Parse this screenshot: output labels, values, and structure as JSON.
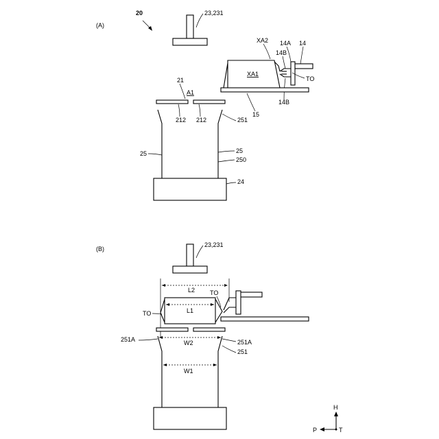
{
  "figure_number": "20",
  "panel_a": {
    "label": "(A)",
    "labels": {
      "head": "23,231",
      "xa2": "XA2",
      "l14a": "14A",
      "l14": "14",
      "l14b_top": "14B",
      "xa1": "XA1",
      "to": "TO",
      "l21": "21",
      "a1": "A1",
      "l15": "15",
      "l14b_bottom": "14B",
      "l212_left": "212",
      "l212_right": "212",
      "l251": "251",
      "l25_left": "25",
      "l25_right": "25",
      "l250": "250",
      "l24": "24"
    }
  },
  "panel_b": {
    "label": "(B)",
    "labels": {
      "head": "23,231",
      "l2": "L2",
      "to_right": "TO",
      "to_left": "TO",
      "l1": "L1",
      "l251a_left": "251A",
      "w2": "W2",
      "l251a_right": "251A",
      "l251": "251",
      "w1": "W1"
    }
  },
  "axes": {
    "h": "H",
    "p": "P",
    "t": "T"
  }
}
